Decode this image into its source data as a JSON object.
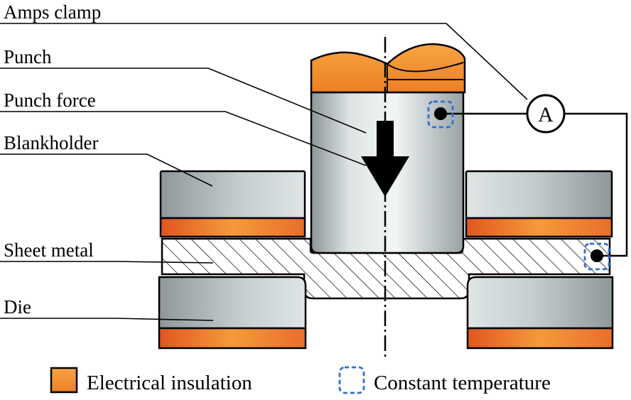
{
  "labels": {
    "amps_clamp": "Amps clamp",
    "punch": "Punch",
    "punch_force": "Punch force",
    "blankholder": "Blankholder",
    "sheet_metal": "Sheet metal",
    "die": "Die"
  },
  "ammeter_symbol": "A",
  "legend": {
    "insulation": "Electrical insulation",
    "constant_temperature": "Constant temperature"
  },
  "colors": {
    "insulation": "#f08a2c",
    "temperature_marker": "#2f6fd6",
    "metal": "#b9c3c4",
    "outline": "#000000"
  }
}
